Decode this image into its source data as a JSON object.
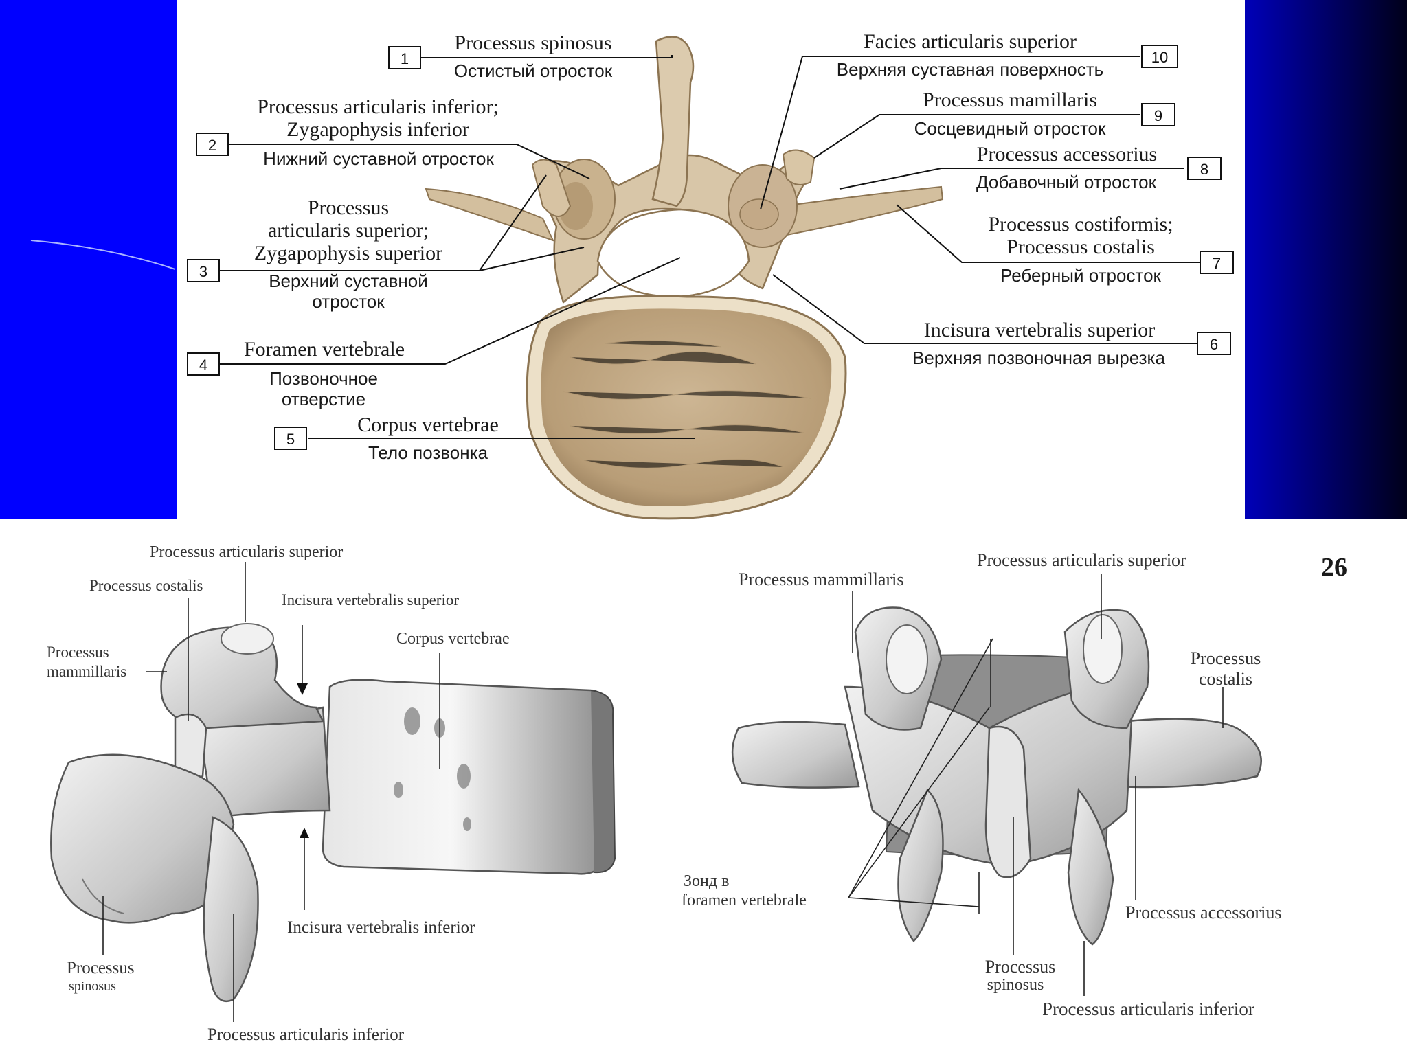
{
  "top_labels": {
    "l1": {
      "num": "1",
      "latin": "Processus spinosus",
      "ru": "Остистый отросток"
    },
    "l2": {
      "num": "2",
      "latin1": "Processus articularis inferior;",
      "latin2": "Zygapophysis inferior",
      "ru": "Нижний суставной отросток"
    },
    "l3": {
      "num": "3",
      "latin1": "Processus",
      "latin2": "articularis superior;",
      "latin3": "Zygapophysis superior",
      "ru1": "Верхний суставной",
      "ru2": "отросток"
    },
    "l4": {
      "num": "4",
      "latin": "Foramen vertebrale",
      "ru1": "Позвоночное",
      "ru2": "отверстие"
    },
    "l5": {
      "num": "5",
      "latin": "Corpus vertebrae",
      "ru": "Тело позвонка"
    },
    "l6": {
      "num": "6",
      "latin": "Incisura vertebralis superior",
      "ru": "Верхняя позвоночная вырезка"
    },
    "l7": {
      "num": "7",
      "latin1": "Processus costiformis;",
      "latin2": "Processus costalis",
      "ru": "Реберный отросток"
    },
    "l8": {
      "num": "8",
      "latin": "Processus accessorius",
      "ru": "Добавочный отросток"
    },
    "l9": {
      "num": "9",
      "latin": "Processus mamillaris",
      "ru": "Сосцевидный отросток"
    },
    "l10": {
      "num": "10",
      "latin": "Facies articularis superior",
      "ru": "Верхняя суставная поверхность"
    }
  },
  "left_labels": {
    "art_sup": "Processus  articularis  superior",
    "costalis": "Processus costalis",
    "incisura_sup": "Incisura vertebralis superior",
    "corpus": "Corpus  vertebrae",
    "mam1": "Processus",
    "mam2": "mammillaris",
    "incisura_inf": "Incisura  vertebralis  inferior",
    "spin1": "Processus",
    "spin2": "spinosus",
    "art_inf": "Processus  articularis  inferior"
  },
  "right_labels": {
    "figure_number": "26",
    "mam": "Processus  mammillaris",
    "art_sup": "Processus  articularis  superior",
    "costalis1": "Processus",
    "costalis2": "costalis",
    "probe1": "Зонд  в",
    "probe2": "foramen  vertebrale",
    "accessorius": "Processus  accessorius",
    "spin1": "Processus",
    "spin2": "spinosus",
    "art_inf": "Processus  articularis  inferior"
  },
  "colors": {
    "slide_blue": "#0000ff",
    "slide_dark": "#000033",
    "bone": "#d8c6a8",
    "bone_dark": "#a48c6a",
    "sketch_gray": "#bdbdbd"
  }
}
